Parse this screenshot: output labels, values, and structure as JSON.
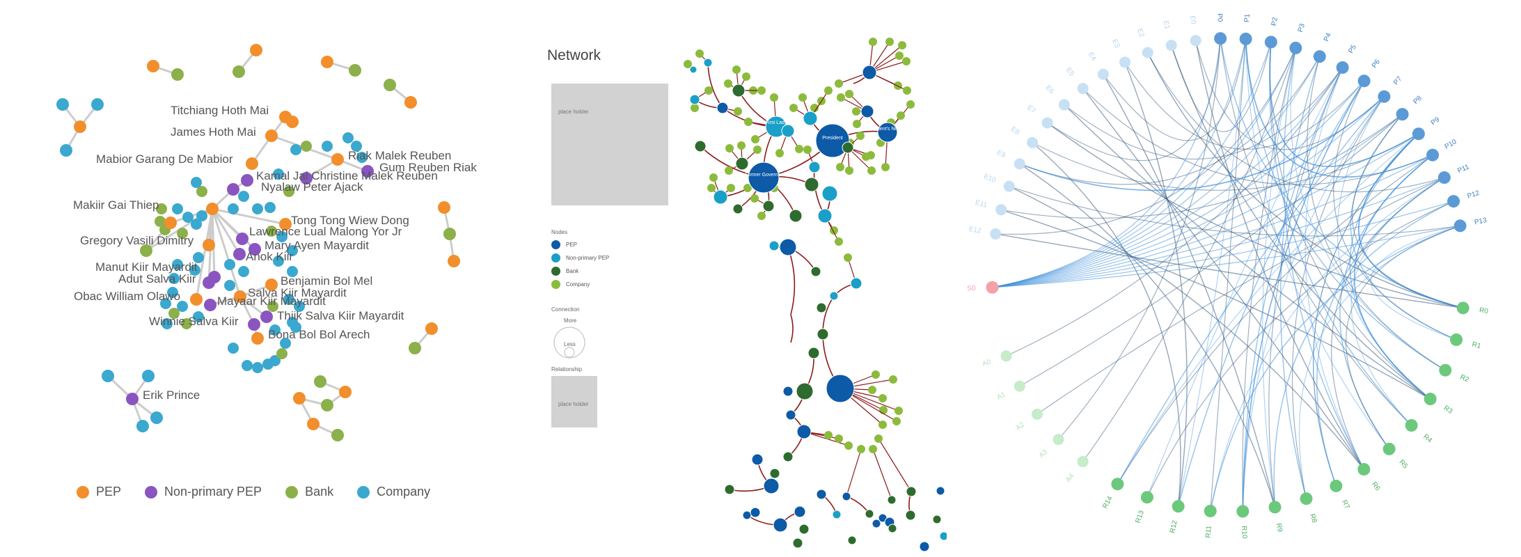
{
  "colors": {
    "pep": "#f28e2b",
    "nonprimary": "#8a55c0",
    "bank": "#8cb04a",
    "company": "#3aa8cf",
    "n_pep": "#0d5aa7",
    "n_nonprimary": "#1aa0c8",
    "n_bank": "#2e6b2e",
    "n_company": "#8cbb3c",
    "edge_red": "#8b1a1a",
    "chord_blue": "#3f8fdc",
    "chord_dark": "#2b4f73",
    "pep_ring": "#5b9ad6",
    "pep_light": "#c7e0f4",
    "rel_green": "#6cc97c",
    "pink": "#f3a1a6"
  },
  "panel1": {
    "legend": [
      {
        "label": "PEP",
        "color": "#f28e2b"
      },
      {
        "label": "Non-primary PEP",
        "color": "#8a55c0"
      },
      {
        "label": "Bank",
        "color": "#8cb04a"
      },
      {
        "label": "Company",
        "color": "#3aa8cf"
      }
    ],
    "labels": [
      "Titchiang Hoth Mai",
      "James Hoth Mai",
      "Mabior Garang De Mabior",
      "Riak Malek Reuben",
      "Gum Reuben Riak",
      "Kamal Jal Christine Malek Reuben",
      "Nyalaw Peter Ajack",
      "Makiir Gai Thiep",
      "Tong Tong Wiew Dong",
      "Lawrence Lual Malong Yor Jr",
      "Gregory Vasili Dimitry",
      "Mary Ayen Mayardit",
      "Anok Kiir",
      "Manut Kiir Mayardit",
      "Adut Salva Kiir",
      "Benjamin Bol Mel",
      "Salva Kiir Mayardit",
      "Obac William Olawo",
      "Mayaar Kiir Mayardit",
      "Winnie Salva Kiir",
      "Thiik Salva Kiir Mayardit",
      "Bona Bol Bol Arech",
      "Erik Prince"
    ]
  },
  "panel2": {
    "title": "Network",
    "placeholder": "place holder",
    "nodes_label": "Nodes",
    "legend": [
      {
        "label": "PEP",
        "color": "#0d5aa7"
      },
      {
        "label": "Non-primary PEP",
        "color": "#1aa0c8"
      },
      {
        "label": "Bank",
        "color": "#2e6b2e"
      },
      {
        "label": "Company",
        "color": "#8cbb3c"
      }
    ],
    "connection_label": "Connection",
    "more": "More",
    "less": "Less",
    "relationship_label": "Relationship",
    "big_nodes": [
      "First Lady",
      "President",
      "President's Nephew",
      "Former Governor"
    ]
  },
  "panel3": {
    "light_labels": [
      "E0",
      "E1",
      "E2",
      "E3",
      "E4",
      "E5",
      "E6",
      "E7",
      "E8",
      "E9",
      "E10",
      "E11",
      "E12"
    ],
    "pep_labels": [
      "P0",
      "P1",
      "P2",
      "P3",
      "P4",
      "P5",
      "P6",
      "P7",
      "P8",
      "P9",
      "P10",
      "P11",
      "P12",
      "P13"
    ],
    "rel_labels": [
      "R0",
      "R1",
      "R2",
      "R3",
      "R4",
      "R5",
      "R6",
      "R7",
      "R8",
      "R9",
      "R10",
      "R11",
      "R12",
      "R13",
      "R14"
    ],
    "fade_labels": [
      "A0",
      "A1",
      "A2",
      "A3",
      "A4"
    ],
    "pink_label": "S0"
  }
}
